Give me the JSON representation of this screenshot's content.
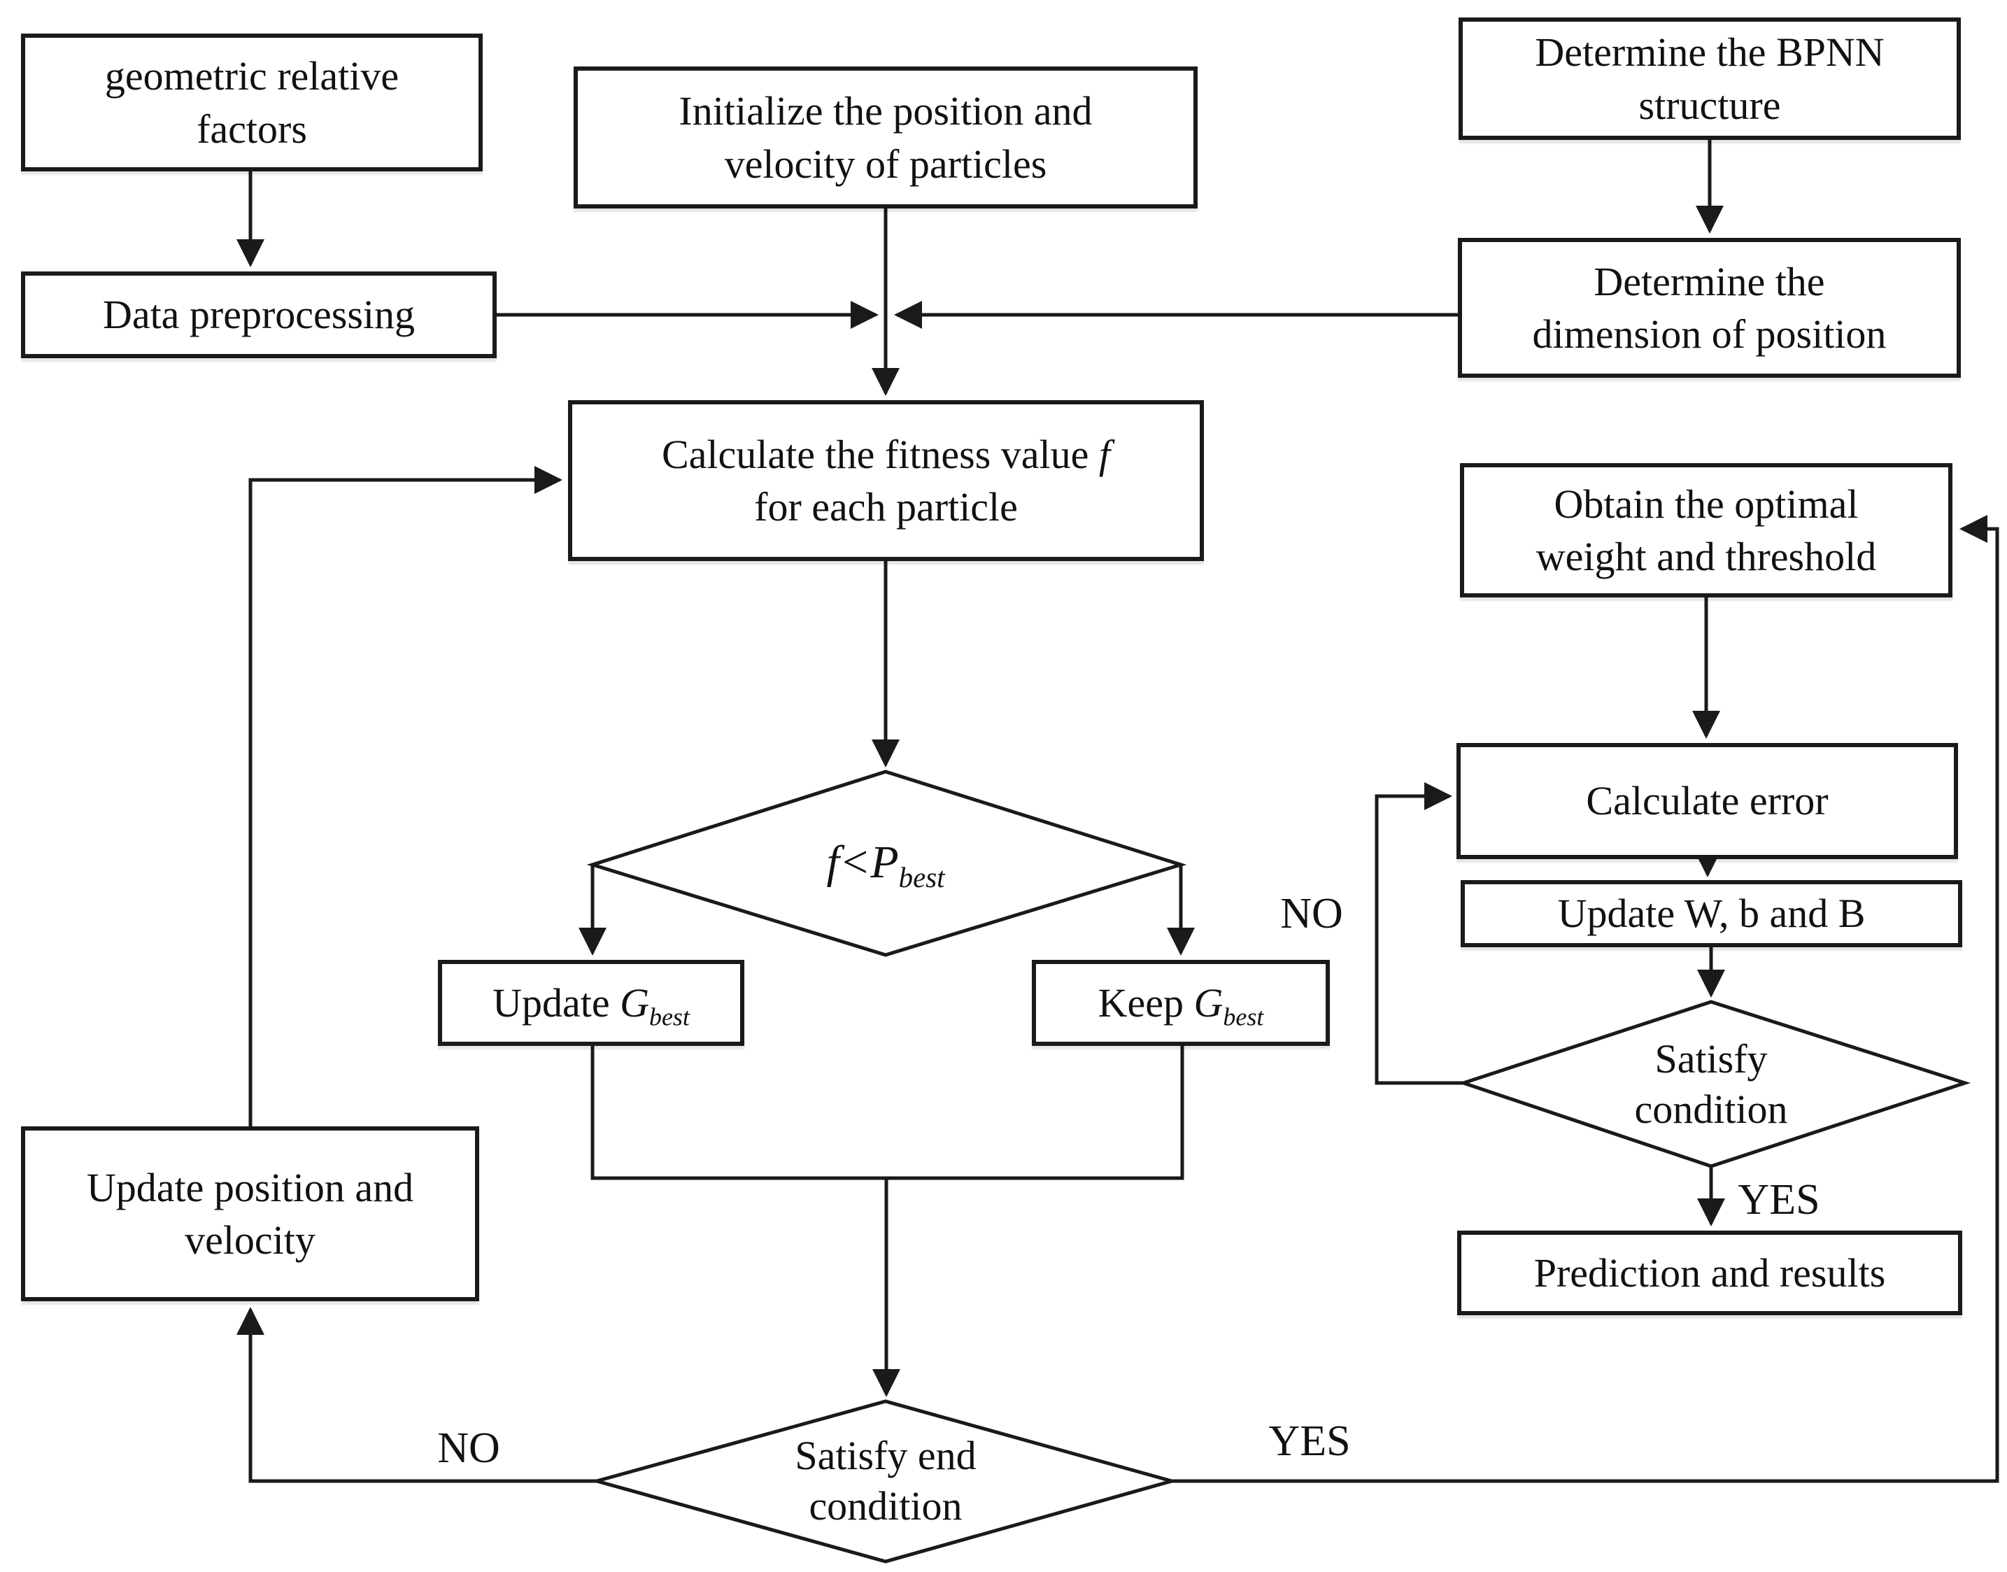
{
  "nodes": {
    "geometric_factors": {
      "lines": "geometric relative\nfactors"
    },
    "initialize": {
      "lines": "Initialize the position and\nvelocity of particles"
    },
    "bpnn_structure": {
      "lines": "Determine the BPNN\nstructure"
    },
    "data_preprocessing": {
      "lines": "Data preprocessing"
    },
    "dimension_position": {
      "lines": "Determine the\ndimension of position"
    },
    "calculate_fitness": {
      "t1": "Calculate the fitness value ",
      "v1": "f",
      "line2": "for each particle"
    },
    "fitness_decision": {
      "f": "f",
      "op": "<",
      "P": "P",
      "sub": "best"
    },
    "update_gbest": {
      "text": "Update ",
      "var": "G",
      "sub": "best"
    },
    "keep_gbest": {
      "text": "Keep ",
      "var": "G",
      "sub": "best"
    },
    "update_position": {
      "lines": "Update position and\nvelocity"
    },
    "end_decision": {
      "lines": "Satisfy end\ncondition"
    },
    "obtain_optimal": {
      "lines": "Obtain the optimal\nweight and threshold"
    },
    "calculate_error": {
      "lines": "Calculate error"
    },
    "update_wbb": {
      "lines": "Update W, b and B"
    },
    "satisfy_condition": {
      "lines": "Satisfy\ncondition"
    },
    "prediction": {
      "lines": "Prediction and results"
    }
  },
  "edge_labels": {
    "end_no": "NO",
    "end_yes": "YES",
    "condition_no": "NO",
    "condition_yes": "YES"
  },
  "colors": {
    "line": "#1a1a1a",
    "box_fill": "#ffffff",
    "text": "#111111",
    "background": "#ffffff"
  }
}
